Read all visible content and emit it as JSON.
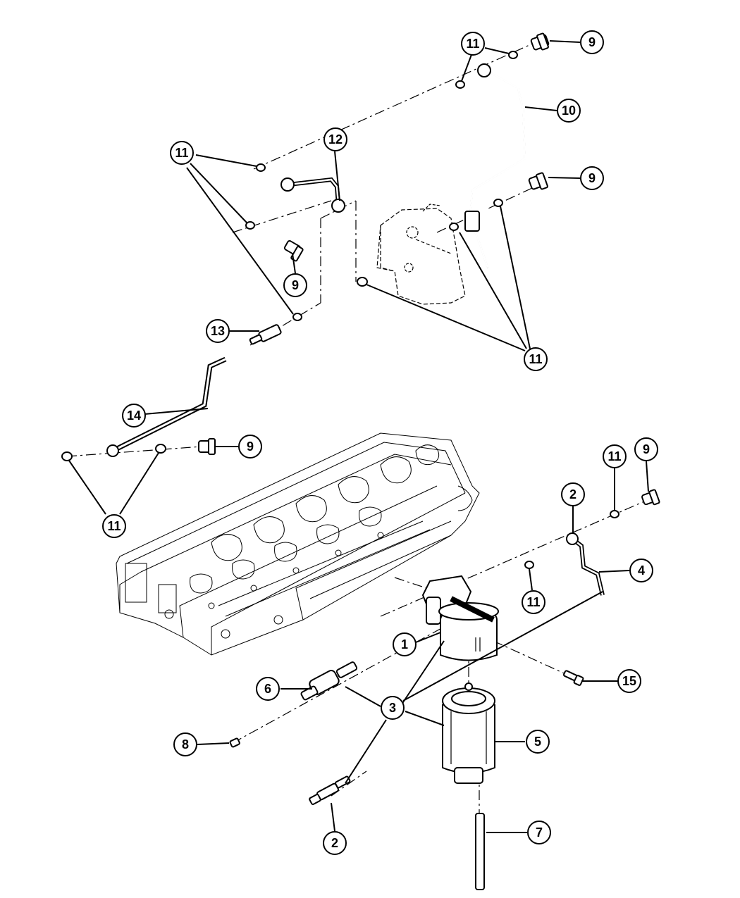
{
  "diagram": {
    "callout_labels": {
      "c1": "1",
      "c2a": "2",
      "c2b": "2",
      "c3": "3",
      "c4": "4",
      "c5": "5",
      "c6": "6",
      "c7": "7",
      "c8": "8",
      "c9a": "9",
      "c9b": "9",
      "c9c": "9",
      "c9d": "9",
      "c9e": "9",
      "c10": "10",
      "c11a": "11",
      "c11b": "11",
      "c11c": "11",
      "c11d": "11",
      "c11e": "11",
      "c11f": "11",
      "c12": "12",
      "c13": "13",
      "c14": "14",
      "c15": "15"
    }
  }
}
